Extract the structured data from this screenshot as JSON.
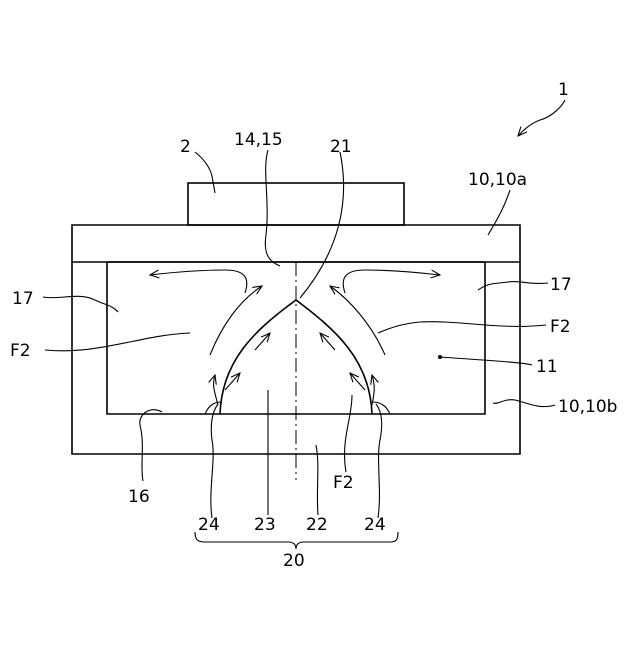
{
  "labels": {
    "device": "1",
    "component": "2",
    "opening": "14,15",
    "axis": "21",
    "lid": "10,10a",
    "casing": "10,10b",
    "side_wall_left": "17",
    "side_wall_right": "17",
    "flow_left": "F2",
    "flow_right": "F2",
    "flow_bottom": "F2",
    "space": "11",
    "bottom_surface": "16",
    "base_left": "24",
    "body": "23",
    "stem": "22",
    "base_right": "24",
    "assembly": "20"
  },
  "colors": {
    "line": "#000000",
    "background": "#ffffff"
  }
}
